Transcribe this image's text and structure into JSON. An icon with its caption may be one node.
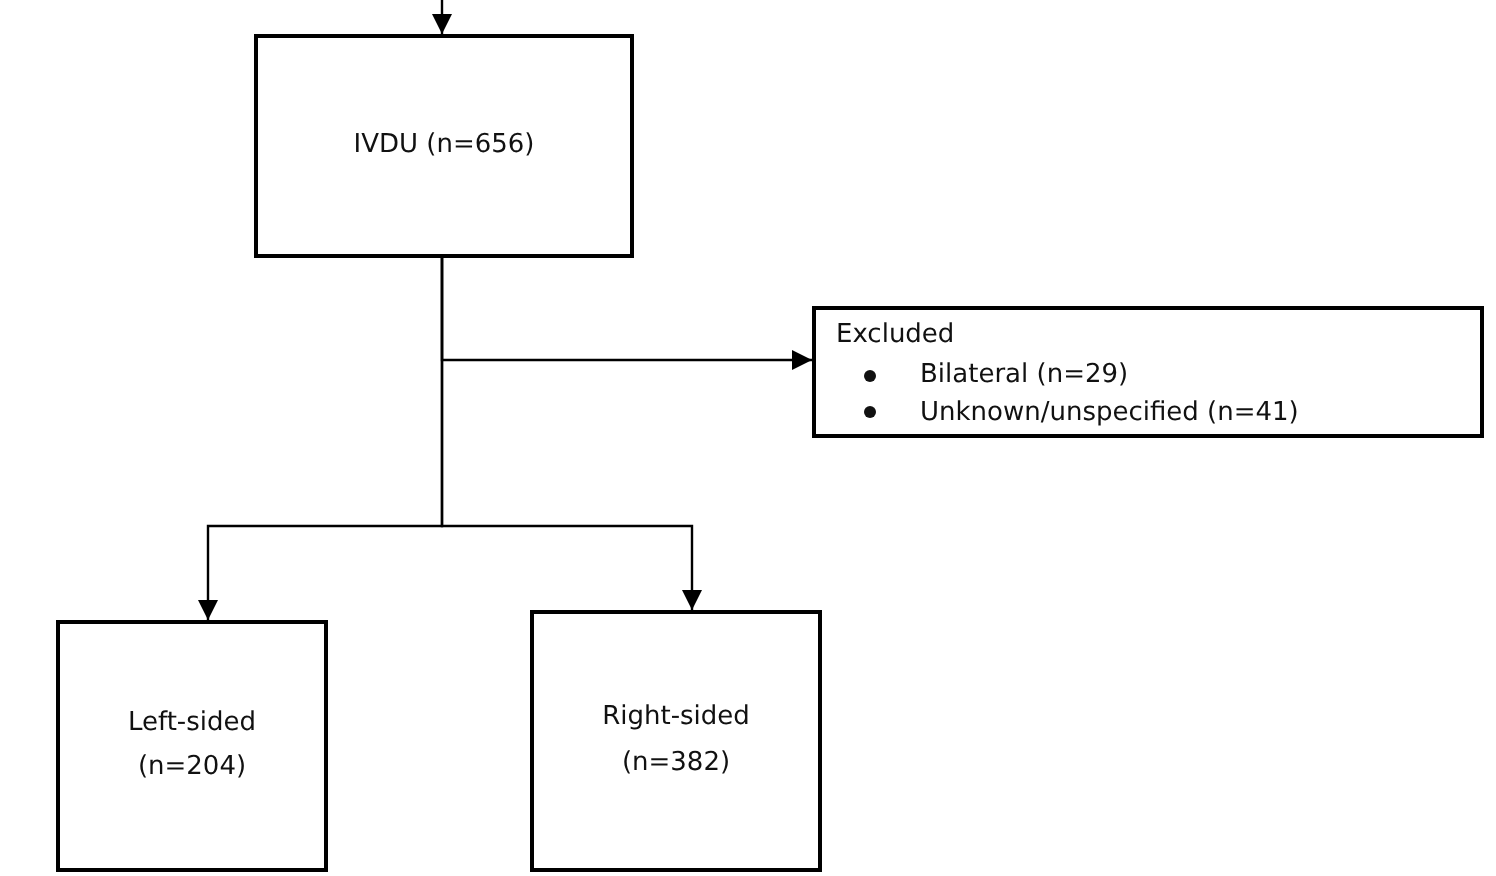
{
  "diagram": {
    "nodes": [
      {
        "text": [
          "IVDU (n=656)"
        ]
      },
      {
        "text": [
          "Excluded",
          "Bilateral (n=29)",
          "Unknown/unspecified (n=41)"
        ]
      },
      {
        "text": [
          "Left-sided (n=204)"
        ]
      },
      {
        "text": [
          "Right-sided (n=382)"
        ]
      }
    ],
    "edges": [
      {
        "from": null,
        "to": 0,
        "arrow": "to"
      },
      {
        "from": 0,
        "to": 1,
        "arrow": "to"
      },
      {
        "from": 0,
        "to": 2,
        "arrow": "to"
      },
      {
        "from": 0,
        "to": 3,
        "arrow": "to"
      }
    ]
  }
}
